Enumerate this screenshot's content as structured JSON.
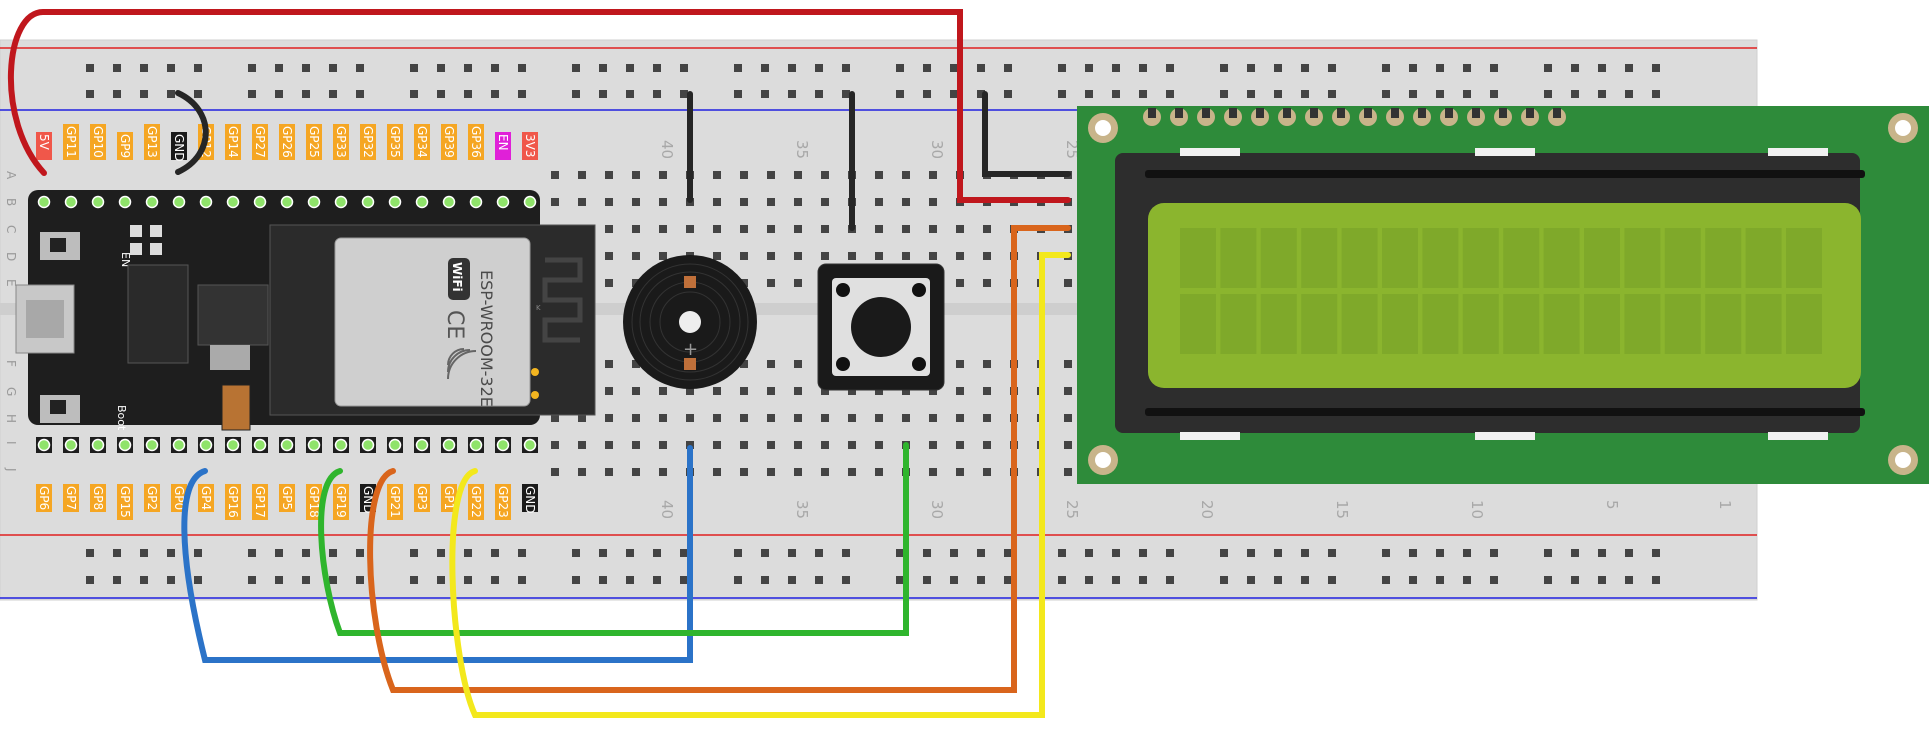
{
  "board": {
    "top_pins": [
      "5V",
      "GP11",
      "GP10",
      "GP9",
      "GP13",
      "GND",
      "GP12",
      "GP14",
      "GP27",
      "GP26",
      "GP25",
      "GP33",
      "GP32",
      "GP35",
      "GP34",
      "GP39",
      "GP36",
      "EN",
      "3V3"
    ],
    "bottom_pins": [
      "GP6",
      "GP7",
      "GP8",
      "GP15",
      "GP2",
      "GP0",
      "GP4",
      "GP16",
      "GP17",
      "GP5",
      "GP18",
      "GP19",
      "GND",
      "GP21",
      "GP3",
      "GP1",
      "GP22",
      "GP23",
      "GND"
    ],
    "board_labels": {
      "en": "EN",
      "boot": "Boot"
    },
    "module_text": "ESP-WROOM-32E",
    "wifi_text": "WiFi",
    "ce_text": "CE",
    "antenna_mark": "K"
  },
  "breadboard": {
    "row_letters": [
      "A",
      "B",
      "C",
      "D",
      "E",
      "F",
      "G",
      "H",
      "I",
      "J"
    ],
    "column_numbers": [
      "40",
      "35",
      "30",
      "25",
      "20",
      "15",
      "10",
      "5",
      "1"
    ]
  },
  "colors": {
    "wire_red": "#c0171d",
    "wire_black": "#262626",
    "wire_blue": "#2b73c8",
    "wire_green": "#2fb52d",
    "wire_orange": "#d9651c",
    "wire_yellow": "#f3e81c",
    "pin_label": "#f5a623",
    "pin_label_5v": "#f0574a",
    "pin_label_en": "#e020d8",
    "lcd_pcb": "#2e8b3a",
    "lcd_screen": "#8bb52e"
  },
  "icons": [
    "usb-connector-icon",
    "wifi-logo-icon",
    "ce-mark-icon",
    "button-icon",
    "buzzer-icon"
  ]
}
